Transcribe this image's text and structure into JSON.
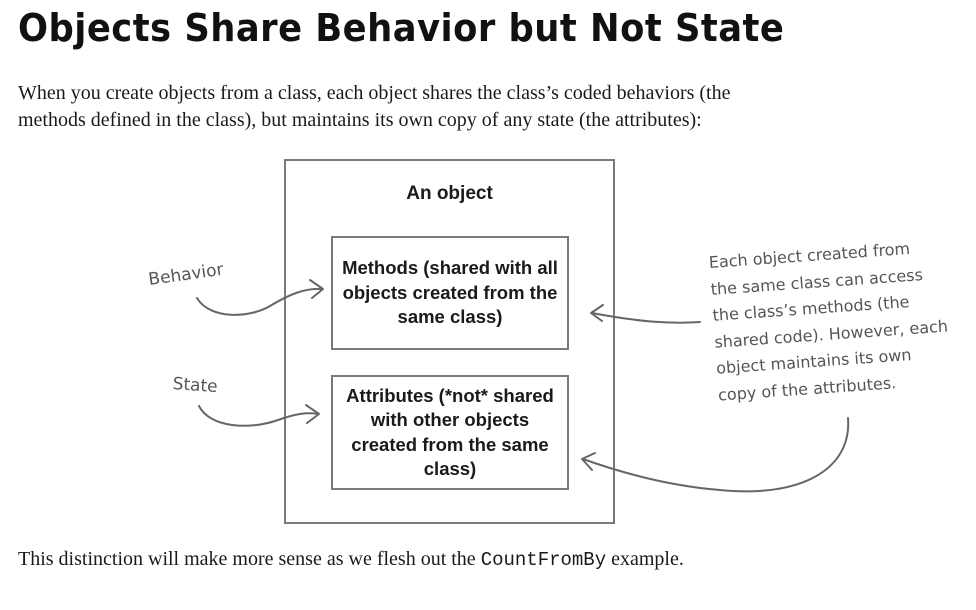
{
  "title": "Objects Share Behavior but Not State",
  "intro": "When you create objects from a class, each object shares the class’s coded behaviors (the methods defined in the class), but maintains its own copy of any state (the attributes):",
  "diagram": {
    "outer_label": "An object",
    "methods_box": "Methods (shared with all objects created from the same class)",
    "attributes_box": "Attributes (*not* shared with other objects created from the same class)",
    "behavior_label": "Behavior",
    "state_label": "State",
    "note_lines": [
      "Each object created from",
      "the same class can access",
      "the class’s methods (the",
      "shared code). However, each",
      "object maintains its own",
      "copy of the attributes."
    ]
  },
  "outro": {
    "before": "This distinction will make more sense as we flesh out the ",
    "code": "CountFromBy",
    "after": " example."
  }
}
